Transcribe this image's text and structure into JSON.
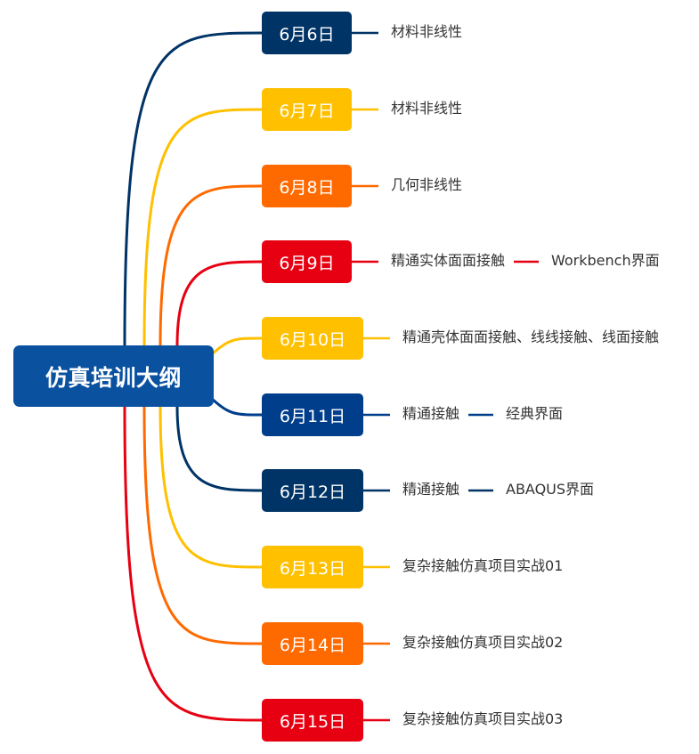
{
  "root": {
    "label": "仿真培训大纲",
    "color": "#0A52A0"
  },
  "branches": [
    {
      "date": "6月6日",
      "color": "#003366",
      "topics": [
        "材料非线性"
      ]
    },
    {
      "date": "6月7日",
      "color": "#FFC000",
      "topics": [
        "材料非线性"
      ]
    },
    {
      "date": "6月8日",
      "color": "#FF6A00",
      "topics": [
        "几何非线性"
      ]
    },
    {
      "date": "6月9日",
      "color": "#E60012",
      "topics": [
        "精通实体面面接触",
        "Workbench界面"
      ]
    },
    {
      "date": "6月10日",
      "color": "#FFC000",
      "topics": [
        "精通壳体面面接触、线线接触、线面接触"
      ]
    },
    {
      "date": "6月11日",
      "color": "#003E8C",
      "topics": [
        "精通接触",
        "经典界面"
      ]
    },
    {
      "date": "6月12日",
      "color": "#003366",
      "topics": [
        "精通接触",
        "ABAQUS界面"
      ]
    },
    {
      "date": "6月13日",
      "color": "#FFC000",
      "topics": [
        "复杂接触仿真项目实战01"
      ]
    },
    {
      "date": "6月14日",
      "color": "#FF6A00",
      "topics": [
        "复杂接触仿真项目实战02"
      ]
    },
    {
      "date": "6月15日",
      "color": "#E60012",
      "topics": [
        "复杂接触仿真项目实战03"
      ]
    }
  ]
}
